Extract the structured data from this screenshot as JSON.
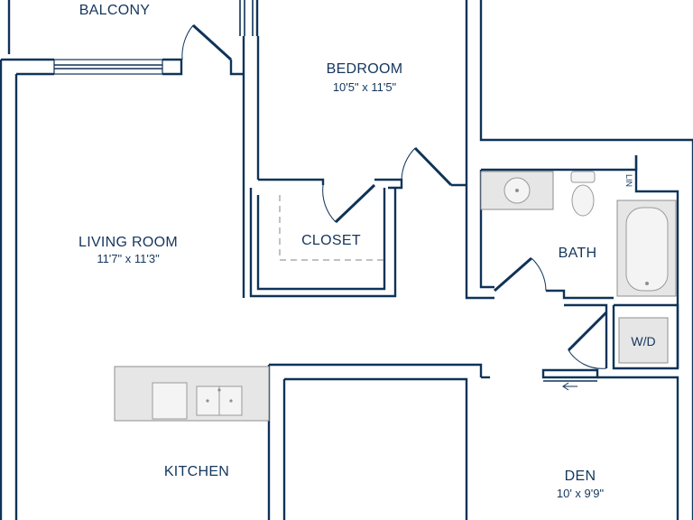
{
  "rooms": {
    "balcony": {
      "name": "BALCONY"
    },
    "bedroom": {
      "name": "BEDROOM",
      "dimensions": "10'5\" x 11'5\""
    },
    "living_room": {
      "name": "LIVING ROOM",
      "dimensions": "11'7\" x 11'3\""
    },
    "closet": {
      "name": "CLOSET"
    },
    "bath": {
      "name": "BATH"
    },
    "kitchen": {
      "name": "KITCHEN"
    },
    "den": {
      "name": "DEN",
      "dimensions": "10' x 9'9\""
    }
  },
  "fixtures": {
    "washer_dryer": "W/D",
    "linen": "LIN"
  },
  "colors": {
    "wall": "#0f3358",
    "text": "#14365c",
    "fixture_fill": "#e6e6e6"
  }
}
